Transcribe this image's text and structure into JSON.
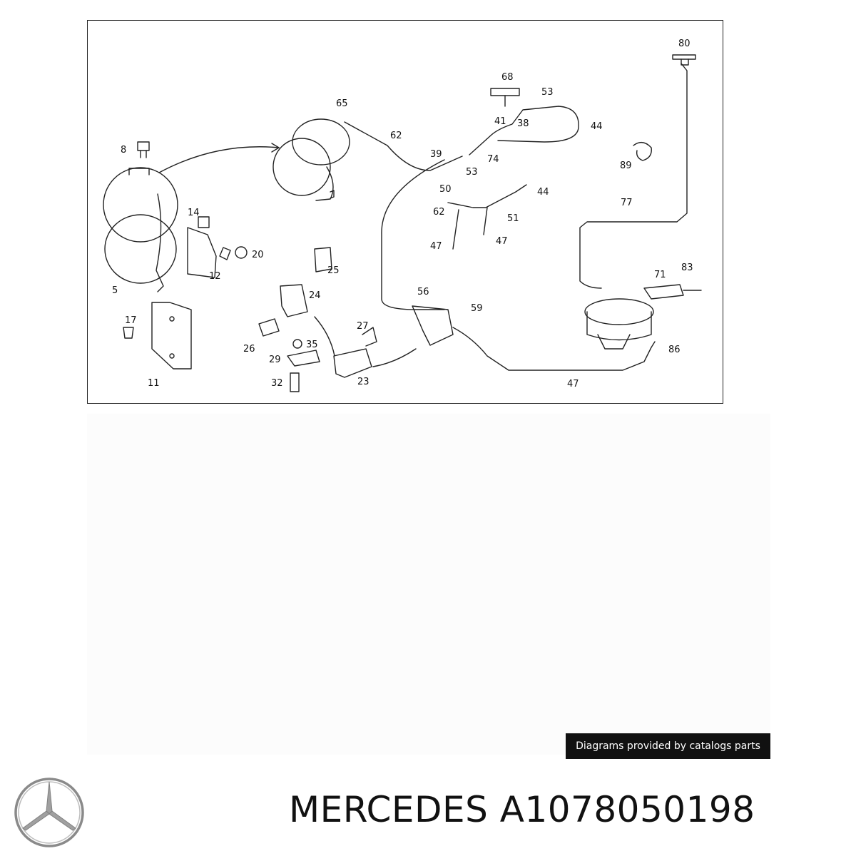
{
  "diagram": {
    "labels": [
      "8",
      "5",
      "14",
      "12",
      "20",
      "17",
      "11",
      "65",
      "62",
      "39",
      "53",
      "74",
      "50",
      "68",
      "53",
      "41",
      "38",
      "44",
      "89",
      "44",
      "62",
      "51",
      "47",
      "47",
      "25",
      "24",
      "26",
      "35",
      "29",
      "32",
      "27",
      "23",
      "56",
      "59",
      "80",
      "77",
      "71",
      "83",
      "86",
      "47"
    ]
  },
  "credit": {
    "text": "Diagrams provided by catalogs parts"
  },
  "brand": {
    "logo_icon": "mercedes-star-icon",
    "logo_color": "#8a8a8a"
  },
  "part": {
    "brand_name": "MERCEDES",
    "number": "A1078050198"
  }
}
